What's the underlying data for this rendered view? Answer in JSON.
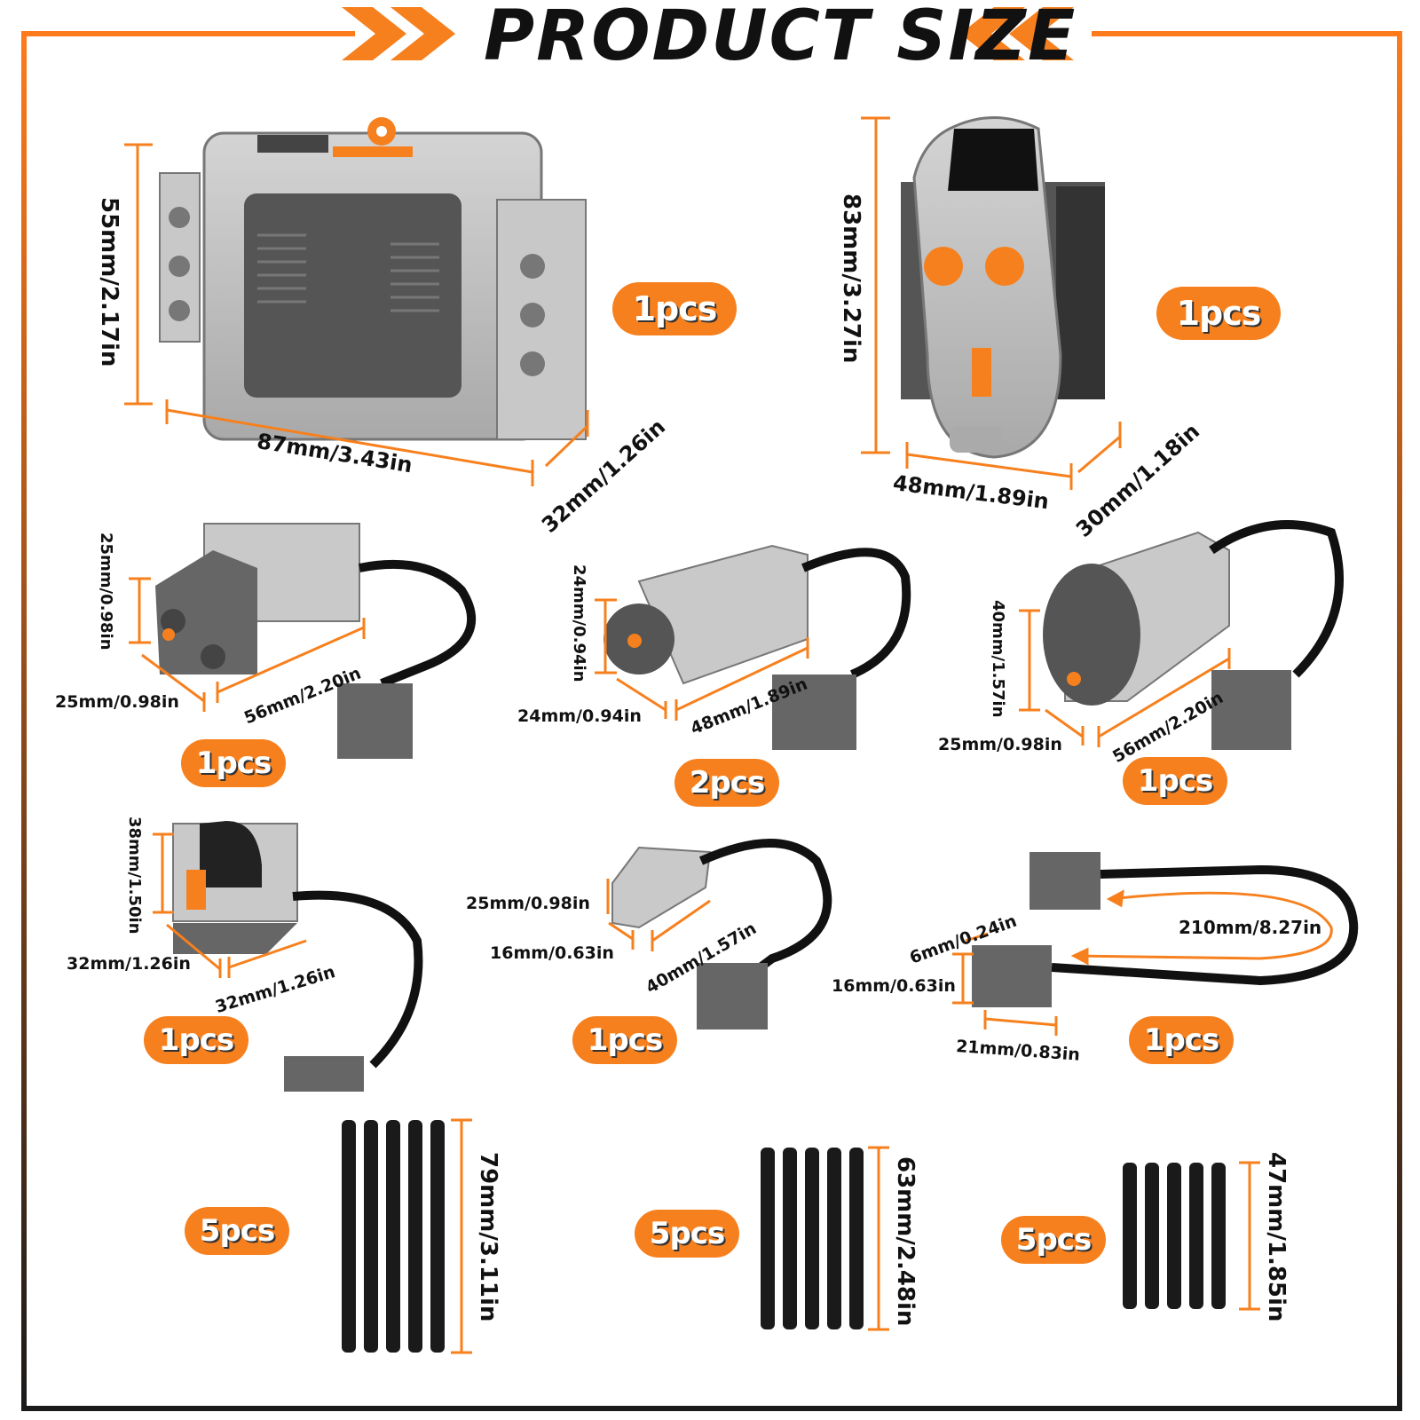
{
  "title": "PRODUCT SIZE",
  "colors": {
    "accent": "#f7801e",
    "brick_gray": "#b9b9b9",
    "dark_gray": "#555555",
    "black": "#1a1a1a"
  },
  "items": [
    {
      "name_icon": "battery-box-icon",
      "badge": "1pcs",
      "dims": [
        "55mm/2.17in",
        "87mm/3.43in",
        "32mm/1.26in"
      ]
    },
    {
      "name_icon": "ir-receiver-icon",
      "badge": "1pcs",
      "dims": [
        "83mm/3.27in",
        "48mm/1.89in",
        "30mm/1.18in"
      ]
    },
    {
      "name_icon": "l-motor-icon",
      "badge": "1pcs",
      "dims": [
        "25mm/0.98in",
        "25mm/0.98in",
        "56mm/2.20in"
      ]
    },
    {
      "name_icon": "m-motor-icon",
      "badge": "2pcs",
      "dims": [
        "24mm/0.94in",
        "24mm/0.94in",
        "48mm/1.89in"
      ]
    },
    {
      "name_icon": "xl-motor-icon",
      "badge": "1pcs",
      "dims": [
        "40mm/1.57in",
        "25mm/0.98in",
        "56mm/2.20in"
      ]
    },
    {
      "name_icon": "servo-motor-icon",
      "badge": "1pcs",
      "dims": [
        "38mm/1.50in",
        "32mm/1.26in",
        "32mm/1.26in"
      ]
    },
    {
      "name_icon": "light-unit-icon",
      "badge": "1pcs",
      "dims": [
        "25mm/0.98in",
        "16mm/0.63in",
        "40mm/1.57in"
      ]
    },
    {
      "name_icon": "extension-cable-icon",
      "badge": "1pcs",
      "dims": [
        "6mm/0.24in",
        "210mm/8.27in",
        "16mm/0.63in",
        "21mm/0.83in"
      ]
    },
    {
      "name_icon": "axle-79-icon",
      "badge": "5pcs",
      "dims": [
        "79mm/3.11in"
      ]
    },
    {
      "name_icon": "axle-63-icon",
      "badge": "5pcs",
      "dims": [
        "63mm/2.48in"
      ]
    },
    {
      "name_icon": "axle-47-icon",
      "badge": "5pcs",
      "dims": [
        "47mm/1.85in"
      ]
    }
  ]
}
